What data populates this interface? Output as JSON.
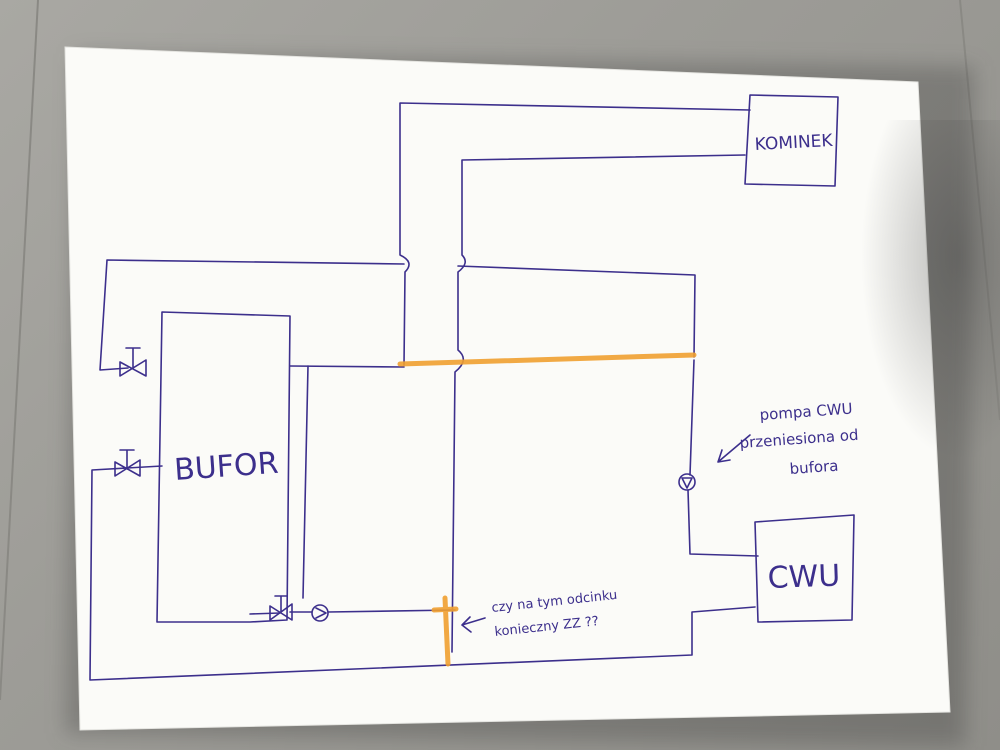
{
  "sketch": {
    "labels": {
      "kominek": "KOMINEK",
      "bufor": "BUFOR",
      "cwu": "CWU",
      "note_pump_line1": "pompa CWU",
      "note_pump_line2": "przeniesiona od",
      "note_pump_line3": "bufora",
      "note_question_line1": "czy na tym odcinku",
      "note_question_line2": "konieczny ZZ ??"
    },
    "colors": {
      "ink": "#3c2f8c",
      "highlighter": "#f0a030",
      "paper": "#fbfbf8"
    }
  }
}
